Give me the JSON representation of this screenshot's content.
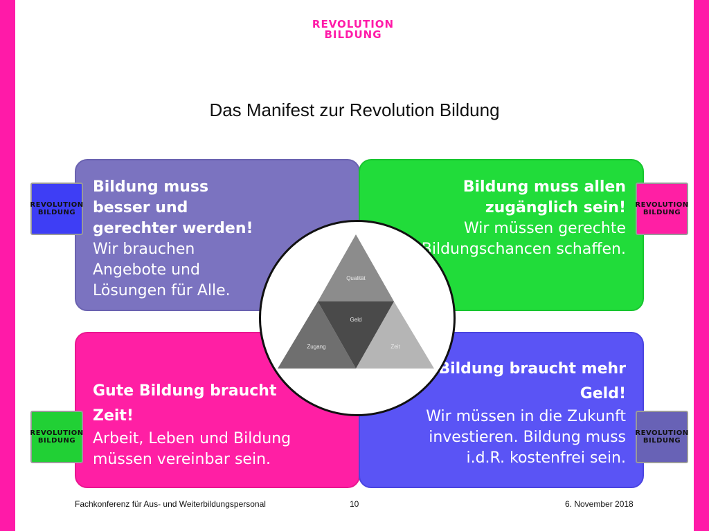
{
  "logo": {
    "line1": "REVOLUTION",
    "line2": "BILDUNG"
  },
  "title": "Das Manifest zur Revolution Bildung",
  "quadrants": {
    "top_left": {
      "head": "Bildung muss besser und gerechter werden!",
      "body": "Wir brauchen Angebote und Lösungen für Alle."
    },
    "top_right": {
      "head": "Bildung muss allen zugänglich sein!",
      "body": "Wir müssen gerechte Bildungschancen schaffen."
    },
    "bottom_left": {
      "head": "Gute Bildung braucht Zeit!",
      "body": "Arbeit, Leben und Bildung müssen vereinbar sein."
    },
    "bottom_right": {
      "head": "Bildung braucht mehr Geld!",
      "body": "Wir müssen in die Zukunft investieren. Bildung muss i.d.R. kostenfrei sein."
    }
  },
  "triangle": {
    "top": "Qualität",
    "center": "Geld",
    "left": "Zugang",
    "right": "Zeit"
  },
  "footer": {
    "left": "Fachkonferenz für Aus- und Weiterbildungspersonal",
    "page": "10",
    "date": "6. November 2018"
  },
  "colors": {
    "accent_pink": "#ff1aa8",
    "purple": "#7b73c0",
    "green": "#21dc3a",
    "blue": "#5a54f5"
  }
}
